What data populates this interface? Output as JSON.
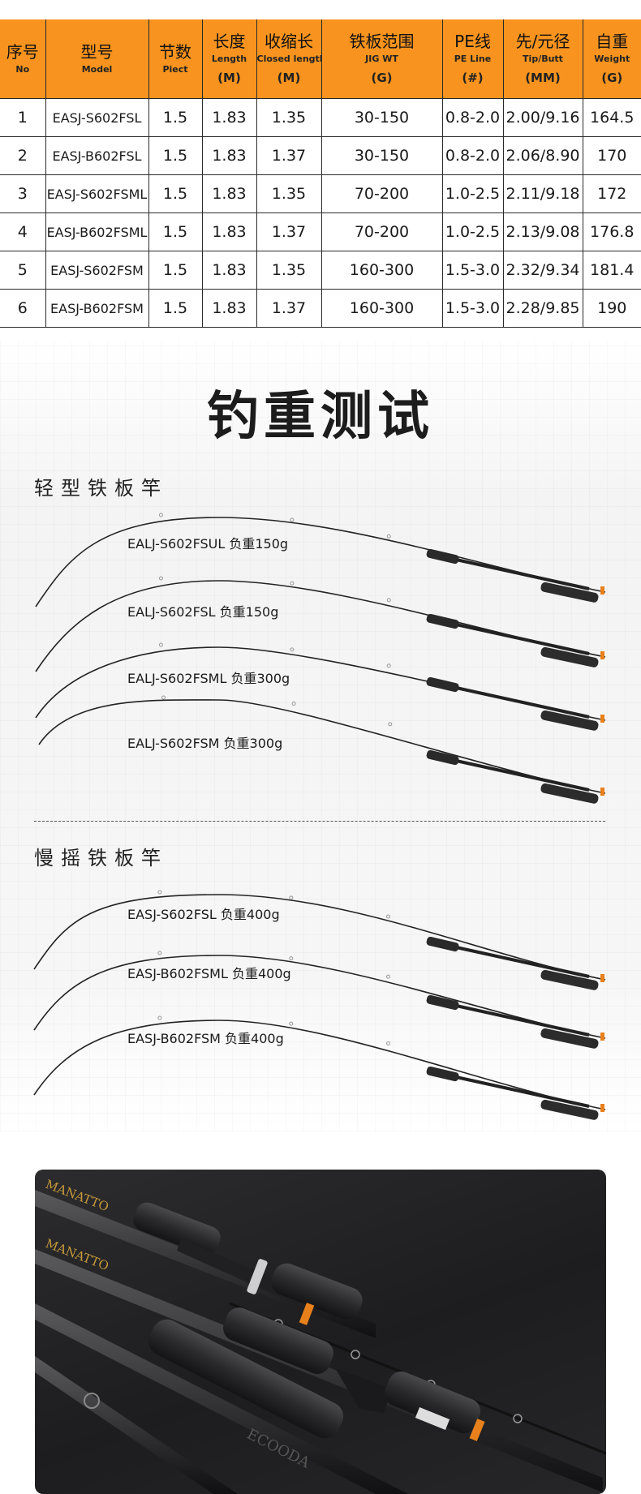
{
  "spec_table": {
    "headers": [
      {
        "zh": "序号",
        "en": "No",
        "unit": ""
      },
      {
        "zh": "型号",
        "en": "Model",
        "unit": ""
      },
      {
        "zh": "节数",
        "en": "Piect",
        "unit": ""
      },
      {
        "zh": "长度",
        "en": "Length",
        "unit": "(M)"
      },
      {
        "zh": "收缩长",
        "en": "Closed length",
        "unit": "(M)"
      },
      {
        "zh": "铁板范围",
        "en": "JIG WT",
        "unit": "(G)"
      },
      {
        "zh": "PE线",
        "en": "PE Line",
        "unit": "(#)"
      },
      {
        "zh": "先/元径",
        "en": "Tip/Butt",
        "unit": "(MM)"
      },
      {
        "zh": "自重",
        "en": "Weight",
        "unit": "(G)"
      }
    ],
    "rows": [
      [
        "1",
        "EASJ-S602FSL",
        "1.5",
        "1.83",
        "1.35",
        "30-150",
        "0.8-2.0",
        "2.00/9.16",
        "164.5"
      ],
      [
        "2",
        "EASJ-B602FSL",
        "1.5",
        "1.83",
        "1.37",
        "30-150",
        "0.8-2.0",
        "2.06/8.90",
        "170"
      ],
      [
        "3",
        "EASJ-S602FSML",
        "1.5",
        "1.83",
        "1.35",
        "70-200",
        "1.0-2.5",
        "2.11/9.18",
        "172"
      ],
      [
        "4",
        "EASJ-B602FSML",
        "1.5",
        "1.83",
        "1.37",
        "70-200",
        "1.0-2.5",
        "2.13/9.08",
        "176.8"
      ],
      [
        "5",
        "EASJ-S602FSM",
        "1.5",
        "1.83",
        "1.35",
        "160-300",
        "1.5-3.0",
        "2.32/9.34",
        "181.4"
      ],
      [
        "6",
        "EASJ-B602FSM",
        "1.5",
        "1.83",
        "1.37",
        "160-300",
        "1.5-3.0",
        "2.28/9.85",
        "190"
      ]
    ]
  },
  "load_test": {
    "title": "钓重测试",
    "groups": [
      {
        "title": "轻型铁板竿",
        "rods": [
          {
            "label": "EALJ-S602FSUL  负重150g"
          },
          {
            "label": "EALJ-S602FSL  负重150g"
          },
          {
            "label": "EALJ-S602FSML  负重300g"
          },
          {
            "label": "EALJ-S602FSM  负重300g"
          }
        ]
      },
      {
        "title": "慢摇铁板竿",
        "rods": [
          {
            "label": "EASJ-S602FSL  负重400g"
          },
          {
            "label": "EASJ-B602FSML  负重400g"
          },
          {
            "label": "EASJ-B602FSM  负重400g"
          }
        ]
      }
    ]
  },
  "product_photo": {
    "brand_text": "MANATTO",
    "logo_text": "ECOODA"
  },
  "colors": {
    "header_orange": "#f7931e",
    "accent_orange": "#e8801c",
    "rod_dark": "#1c1c1c"
  }
}
